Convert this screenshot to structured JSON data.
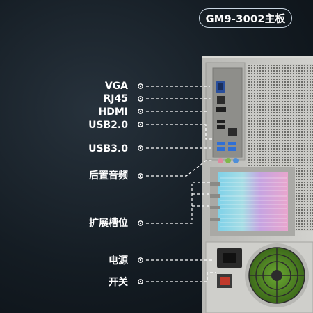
{
  "title_badge": "GM9-3002主板",
  "labels": [
    {
      "key": "vga",
      "text": "VGA"
    },
    {
      "key": "rj45",
      "text": "RJ45"
    },
    {
      "key": "hdmi",
      "text": "HDMI"
    },
    {
      "key": "usb20",
      "text": "USB2.0"
    },
    {
      "key": "usb30",
      "text": "USB3.0"
    },
    {
      "key": "audio",
      "text": "后置音频"
    },
    {
      "key": "pcie",
      "text": "扩展槽位"
    },
    {
      "key": "power",
      "text": "电源"
    },
    {
      "key": "switch",
      "text": "开关"
    }
  ],
  "colors": {
    "background": "#141c23",
    "chassis": "#c4c4c0",
    "usb3_port": "#2f6fd6",
    "audio_green": "#7fb84a",
    "audio_blue": "#4f8fd8",
    "audio_pink": "#e08aa0",
    "leader_line": "#ffffff"
  }
}
